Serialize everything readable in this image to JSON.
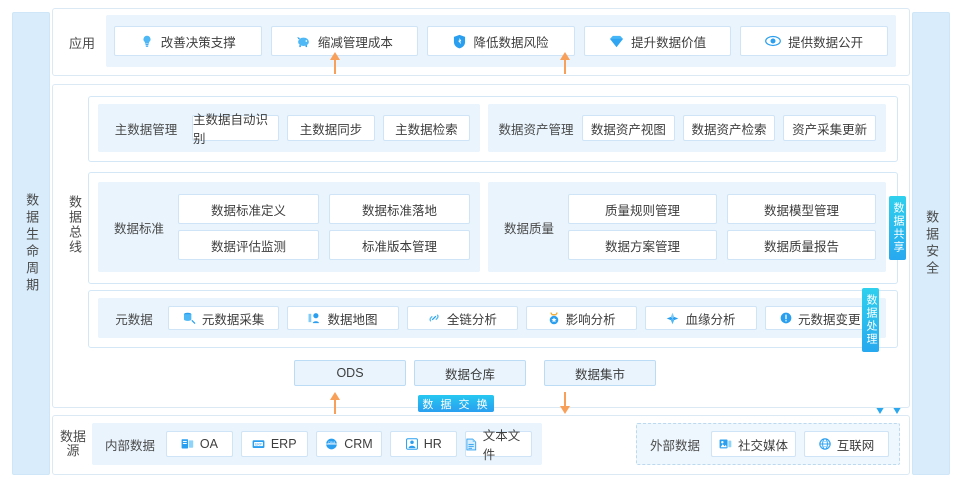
{
  "rails": {
    "left": {
      "label": "数据生命周期",
      "name": "data-lifecycle"
    },
    "right": {
      "label": "数据安全",
      "name": "data-security"
    }
  },
  "application": {
    "label": "应用",
    "items": [
      {
        "icon": "lightbulb-icon",
        "label": "改善决策支撑"
      },
      {
        "icon": "piggy-bank-icon",
        "label": "缩减管理成本"
      },
      {
        "icon": "shield-icon",
        "label": "降低数据风险"
      },
      {
        "icon": "diamond-icon",
        "label": "提升数据价值"
      },
      {
        "icon": "eye-icon",
        "label": "提供数据公开"
      }
    ]
  },
  "bus": {
    "label": "数据总线",
    "master_data": {
      "label": "主数据管理",
      "items": [
        "主数据自动识别",
        "主数据同步",
        "主数据检索"
      ]
    },
    "data_asset": {
      "label": "数据资产管理",
      "items": [
        "数据资产视图",
        "数据资产检索",
        "资产采集更新"
      ]
    },
    "data_standard": {
      "label": "数据标准",
      "items": [
        "数据标准定义",
        "数据标准落地",
        "数据评估监测",
        "标准版本管理"
      ]
    },
    "data_quality": {
      "label": "数据质量",
      "items": [
        "质量规则管理",
        "数据模型管理",
        "数据方案管理",
        "数据质量报告"
      ]
    },
    "metadata": {
      "label": "元数据",
      "items": [
        {
          "icon": "metadata-collect-icon",
          "label": "元数据采集"
        },
        {
          "icon": "data-map-icon",
          "label": "数据地图"
        },
        {
          "icon": "chain-link-icon",
          "label": "全链分析"
        },
        {
          "icon": "impact-icon",
          "label": "影响分析"
        },
        {
          "icon": "lineage-icon",
          "label": "血缘分析"
        },
        {
          "icon": "metadata-change-icon",
          "label": "元数据变更"
        }
      ]
    }
  },
  "storage": {
    "items": [
      "ODS",
      "数据仓库",
      "数据集市"
    ]
  },
  "flows": {
    "exchange_badge": "数 据 交 换",
    "share_badge": "数据共享",
    "process_badge": "数据处理"
  },
  "source": {
    "label": "数据源",
    "internal": {
      "label": "内部数据",
      "items": [
        {
          "icon": "oa-icon",
          "label": "OA"
        },
        {
          "icon": "erp-icon",
          "label": "ERP"
        },
        {
          "icon": "crm-icon",
          "label": "CRM"
        },
        {
          "icon": "hr-icon",
          "label": "HR"
        },
        {
          "icon": "text-file-icon",
          "label": "文本文件"
        }
      ]
    },
    "external": {
      "label": "外部数据",
      "items": [
        {
          "icon": "social-media-icon",
          "label": "社交媒体"
        },
        {
          "icon": "internet-icon",
          "label": "互联网"
        }
      ]
    }
  },
  "colors": {
    "accent_blue": "#2a9ff0",
    "panel_fill": "#e9f4fd",
    "rail_fill": "#d8ecfb",
    "arrow_orange": "#f8a05a",
    "cyan": "#25c7f0"
  }
}
